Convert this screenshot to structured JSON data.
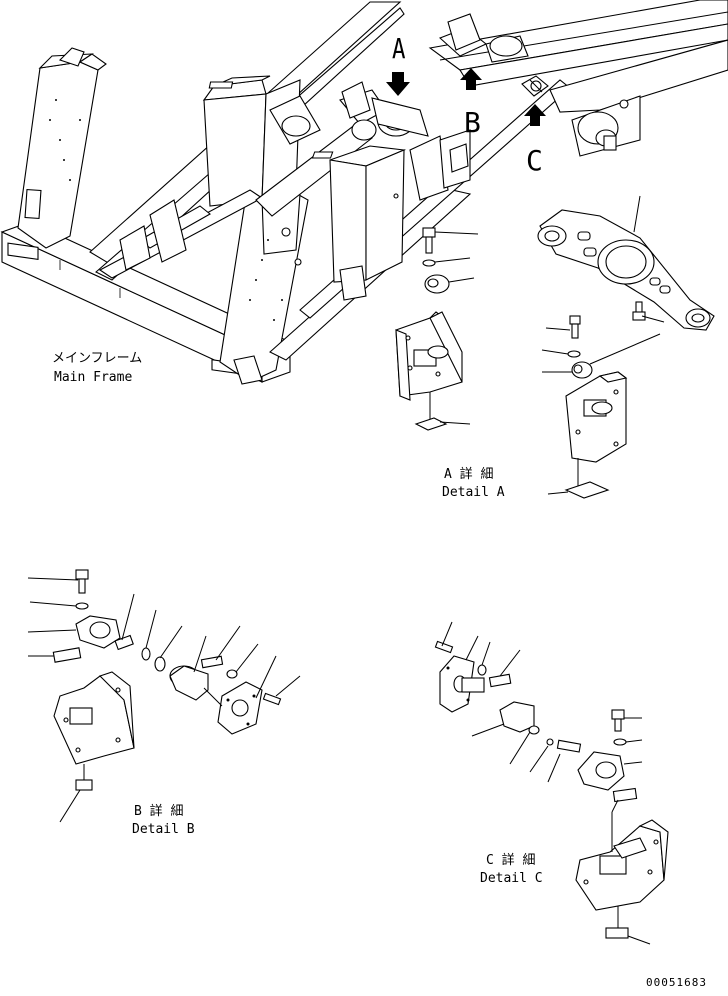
{
  "labels": {
    "view_a": "A",
    "view_b": "B",
    "view_c": "C",
    "main_frame_jp": "メインフレーム",
    "main_frame_en": "Main Frame",
    "detail_a_jp": "A 詳 細",
    "detail_a_en": "Detail A",
    "detail_b_jp": "B 詳 細",
    "detail_b_en": "Detail B",
    "detail_c_jp": "C 詳 細",
    "detail_c_en": "Detail C",
    "drawing_number": "00051683"
  }
}
